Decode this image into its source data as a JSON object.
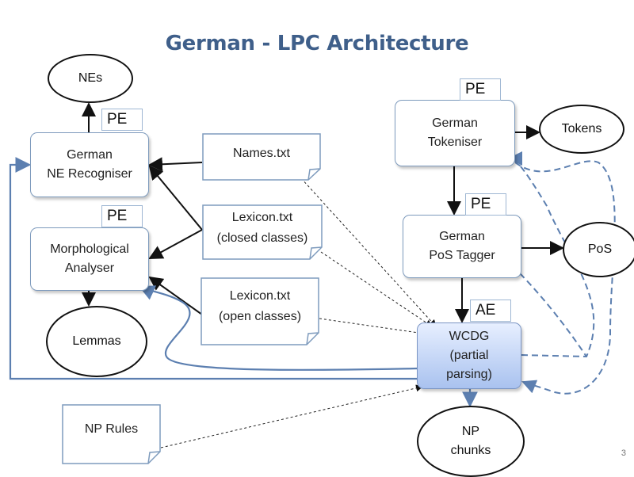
{
  "title": "German - LPC Architecture",
  "page_number": "3",
  "processes": {
    "ne_recogniser": "German\nNE Recogniser",
    "morph_analyser": "Morphological\nAnalyser",
    "tokeniser": "German\nTokeniser",
    "pos_tagger": "German\nPoS Tagger",
    "wcdg": "WCDG\n(partial\nparsing)"
  },
  "outputs": {
    "nes": "NEs",
    "lemmas": "Lemmas",
    "tokens": "Tokens",
    "pos": "PoS",
    "np_chunks": "NP\nchunks"
  },
  "resources": {
    "names": "Names.txt",
    "lexicon_closed": "Lexicon.txt\n(closed classes)",
    "lexicon_open": "Lexicon.txt\n(open classes)",
    "np_rules": "NP Rules"
  },
  "tags": {
    "pe": "PE",
    "ae": "AE"
  },
  "colors": {
    "title": "#3f5f8a",
    "box_border": "#7e9bbd",
    "flow_blue": "#5c7fb0",
    "wcdg_fill": "#a9c2ef"
  }
}
